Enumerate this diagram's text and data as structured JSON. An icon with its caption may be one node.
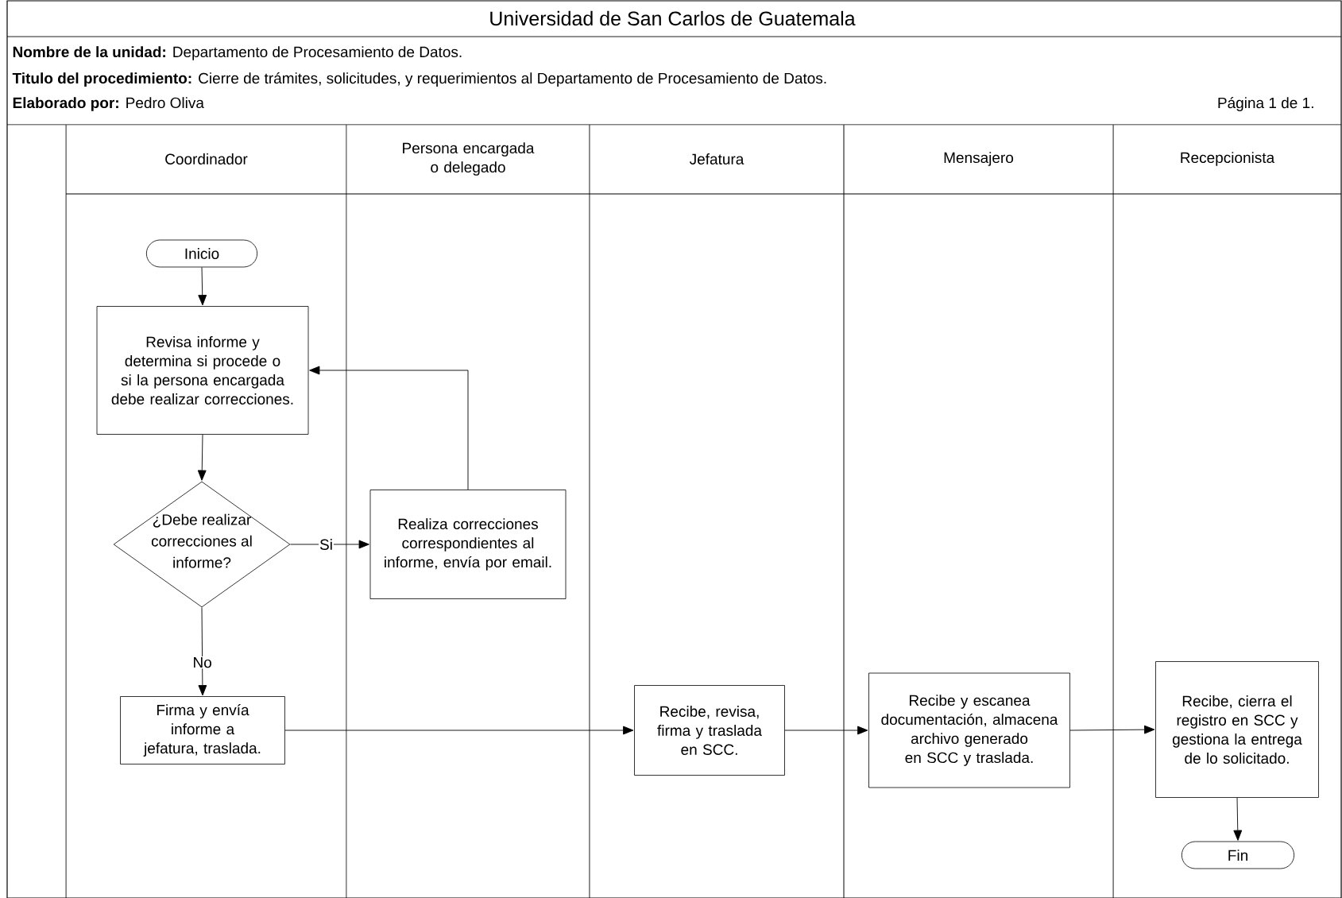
{
  "diagram": {
    "title": "Universidad de San Carlos de Guatemala",
    "nodes": [
      {
        "text": [
          "Inicio"
        ]
      },
      {
        "text": [
          "Revisa informe y determina si procede o si la persona encargada debe realizar correcciones."
        ]
      },
      {
        "text": [
          "¿Debe realizar correcciones al informe?"
        ]
      },
      {
        "text": [
          "Realiza correcciones correspondientes al informe, envía por email."
        ]
      },
      {
        "text": [
          "Firma y envía informe a jefatura, traslada."
        ]
      },
      {
        "text": [
          "Recibe, revisa, firma y traslada en SCC."
        ]
      },
      {
        "text": [
          "Recibe y escanea documentación, almacena archivo generado en SCC y traslada."
        ]
      },
      {
        "text": [
          "Recibe, cierra el registro en SCC y gestiona la entrega de lo solicitado."
        ]
      },
      {
        "text": [
          "Fin"
        ]
      }
    ],
    "edges": [
      {
        "from": 0,
        "to": 1,
        "arrow": "to"
      },
      {
        "from": 1,
        "to": 2,
        "arrow": "to"
      },
      {
        "from": 2,
        "to": 3,
        "arrow": "to",
        "label": "Si"
      },
      {
        "from": 3,
        "to": 1,
        "arrow": "to"
      },
      {
        "from": 2,
        "to": 4,
        "arrow": "to",
        "label": "No"
      },
      {
        "from": 4,
        "to": 5,
        "arrow": "to"
      },
      {
        "from": 5,
        "to": 6,
        "arrow": "to"
      },
      {
        "from": 6,
        "to": 7,
        "arrow": "to"
      },
      {
        "from": 7,
        "to": 8,
        "arrow": "to"
      }
    ],
    "labels": [
      "**Nombre de la unidad:** Departamento de Procesamiento de Datos.",
      "**Titulo del procedimiento:** Cierre de trámites, solicitudes, y requerimientos al Departamento de Procesamiento de Datos.",
      "**Elaborado por:** Pedro Oliva",
      "Página 1 de 1.",
      "Coordinador",
      "Persona encargada o delegado",
      "Jefatura",
      "Mensajero",
      "Recepcionista"
    ]
  }
}
